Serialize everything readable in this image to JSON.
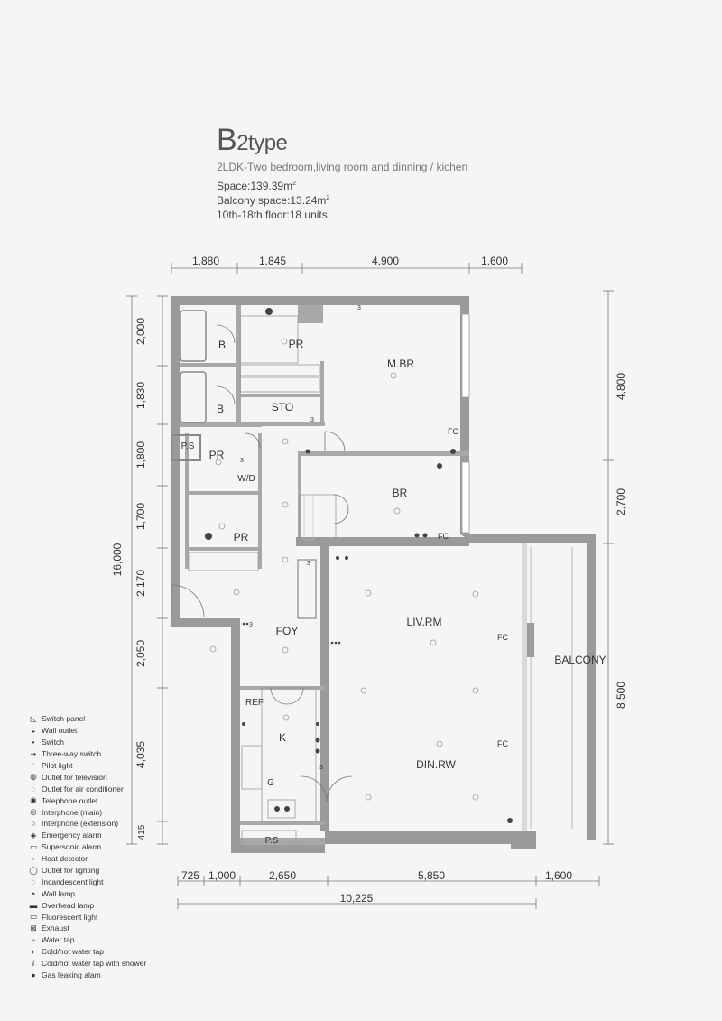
{
  "header": {
    "title_big": "B",
    "title_small": "2type",
    "subtitle": "2LDK-Two bedroom,living room and dinning / kichen",
    "space": "Space:139.39m",
    "balcony_space": "Balcony space:13.24m",
    "sq_sup": "2",
    "floors": "10th-18th floor:18 units"
  },
  "dimensions": {
    "top": [
      "1,880",
      "1,845",
      "4,900",
      "1,600"
    ],
    "bottom": [
      "725",
      "1,000",
      "2,650",
      "5,850",
      "1,600"
    ],
    "bottom_total": "10,225",
    "left": [
      "2,000",
      "1,830",
      "1,800",
      "1,700",
      "2,170",
      "2,050",
      "4,035",
      "415"
    ],
    "left_total": "16,000",
    "right": [
      "4,800",
      "2,700",
      "8,500"
    ]
  },
  "rooms": {
    "pr_top": "PR",
    "b1": "B",
    "mbr": "M.BR",
    "b2": "B",
    "sto": "STO",
    "ps_left": "P.S",
    "pr_mid": "PR",
    "wd": "W/D",
    "br": "BR",
    "pr_low": "PR",
    "foy": "FOY",
    "livrm": "LIV.RM",
    "balcony": "BALCONY",
    "ref": "REF",
    "k": "K",
    "g": "G",
    "dinrw": "DIN.RW",
    "ps_bottom": "P.S"
  },
  "fixtures": {
    "fc": "FC",
    "three": "3"
  },
  "legend": [
    {
      "icon": "switch-panel-icon",
      "label": "Switch panel"
    },
    {
      "icon": "wall-outlet-icon",
      "label": "Wall outlet"
    },
    {
      "icon": "switch-icon",
      "label": "Switch"
    },
    {
      "icon": "three-way-switch-icon",
      "label": "Three-way switch"
    },
    {
      "icon": "pilot-light-icon",
      "label": "Pilot light"
    },
    {
      "icon": "tv-outlet-icon",
      "label": "Outlet for television"
    },
    {
      "icon": "ac-outlet-icon",
      "label": "Outlet for air conditioner"
    },
    {
      "icon": "telephone-outlet-icon",
      "label": "Telephone outlet"
    },
    {
      "icon": "interphone-main-icon",
      "label": "Interphone (main)"
    },
    {
      "icon": "interphone-ext-icon",
      "label": "Interphone (extension)"
    },
    {
      "icon": "emergency-alarm-icon",
      "label": "Emergency alarm"
    },
    {
      "icon": "supersonic-alarm-icon",
      "label": "Supersonic alarm"
    },
    {
      "icon": "heat-detector-icon",
      "label": "Heat detector"
    },
    {
      "icon": "lighting-outlet-icon",
      "label": "Outlet for lighting"
    },
    {
      "icon": "incandescent-light-icon",
      "label": "Incandescent light"
    },
    {
      "icon": "wall-lamp-icon",
      "label": "Wall lamp"
    },
    {
      "icon": "overhead-lamp-icon",
      "label": "Overhead lamp"
    },
    {
      "icon": "fluorescent-light-icon",
      "label": "Fluorescent light"
    },
    {
      "icon": "exhaust-icon",
      "label": "Exhaust"
    },
    {
      "icon": "water-tap-icon",
      "label": "Water tap"
    },
    {
      "icon": "hot-cold-tap-icon",
      "label": "Cold/hot water tap"
    },
    {
      "icon": "shower-tap-icon",
      "label": "Cold/hot water tap with shower"
    },
    {
      "icon": "gas-alarm-icon",
      "label": "Gas leaking alam"
    }
  ]
}
